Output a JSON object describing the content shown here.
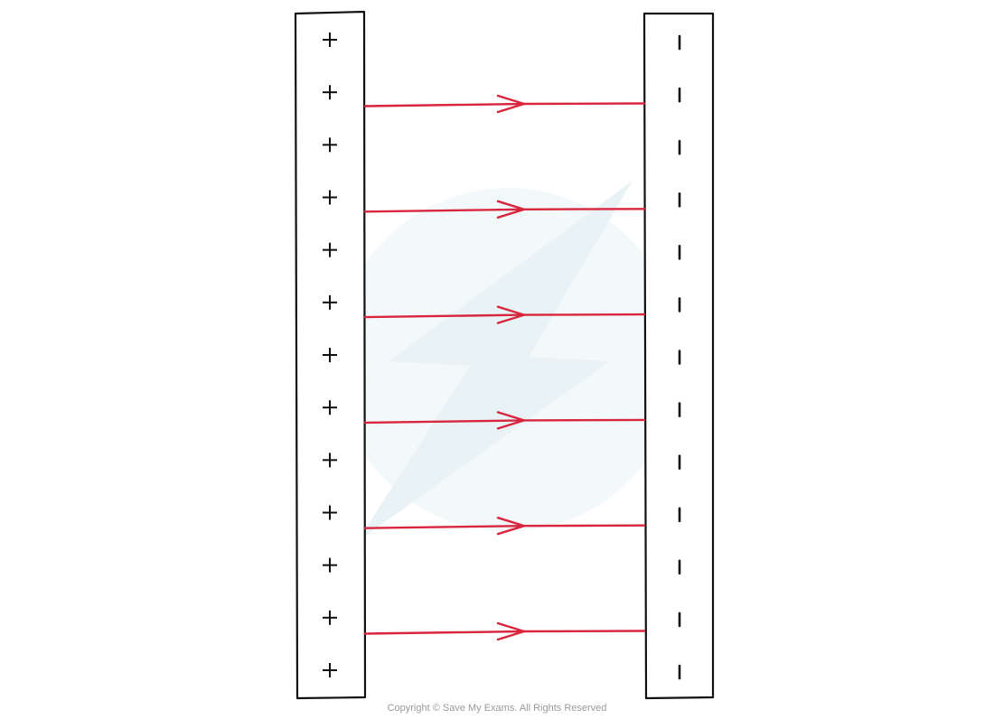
{
  "diagram": {
    "positive_plate": {
      "symbol": "+",
      "charge_count": 13
    },
    "negative_plate": {
      "symbol": "-",
      "charge_count": 13
    },
    "field_line_count": 6,
    "field_line_direction": "positive-to-negative",
    "colors": {
      "field_line": "#d7263d",
      "plate_outline": "#111111",
      "watermark": "#eef6f8"
    },
    "watermark_icon": "lightning-bolt-logo-icon"
  },
  "footer": {
    "copyright": "Copyright © Save My Exams. All Rights Reserved"
  }
}
